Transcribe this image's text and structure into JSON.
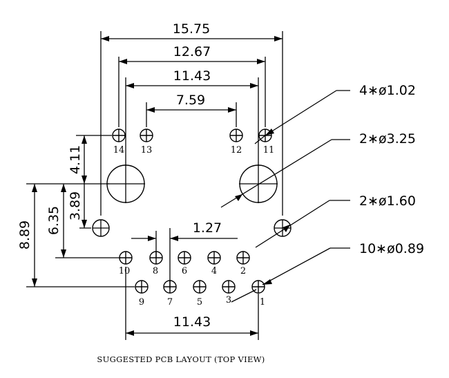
{
  "caption": "SUGGESTED PCB LAYOUT (TOP VIEW)",
  "dimensions": {
    "overall_width": "15.75",
    "outer_pins_span": "12.67",
    "inner_span_top": "11.43",
    "pins_13_12_span": "7.59",
    "pin_pitch": "1.27",
    "bottom_span": "11.43",
    "v_4_11": "4.11",
    "v_3_89": "3.89",
    "v_6_35": "6.35",
    "v_8_89": "8.89"
  },
  "callouts": {
    "led_holes": "4∗ø1.02",
    "mount_holes": "2∗ø3.25",
    "shield_holes": "2∗ø1.60",
    "signal_holes": "10∗ø0.89"
  },
  "pins": {
    "p1": "1",
    "p2": "2",
    "p3": "3",
    "p4": "4",
    "p5": "5",
    "p6": "6",
    "p7": "7",
    "p8": "8",
    "p9": "9",
    "p10": "10",
    "p11": "11",
    "p12": "12",
    "p13": "13",
    "p14": "14"
  }
}
